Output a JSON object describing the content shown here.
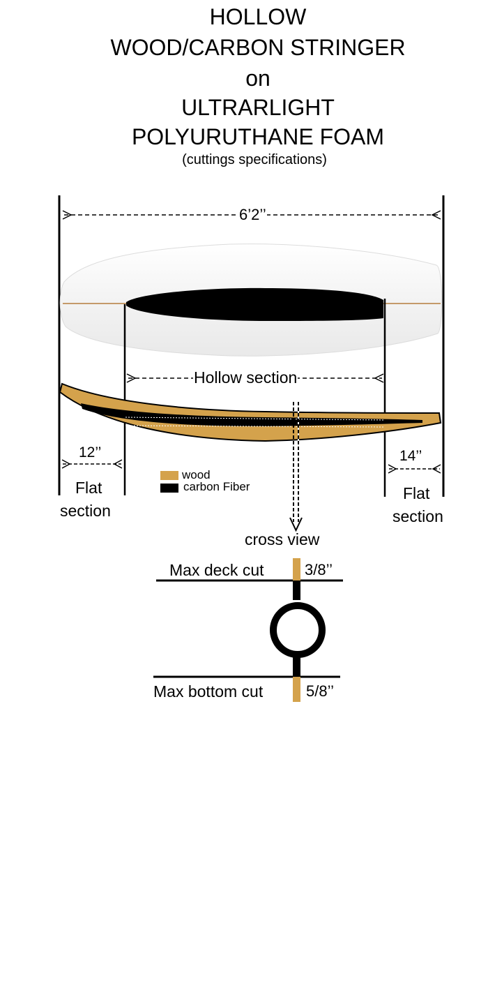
{
  "title": {
    "lines": [
      "HOLLOW",
      "WOOD/CARBON STRINGER",
      "on",
      "ULTRARLIGHT",
      "POLYURUTHANE FOAM"
    ],
    "subtitle": "(cuttings specifications)"
  },
  "dimensions": {
    "overall_length": "6’2’’",
    "hollow_label": "Hollow section",
    "left_flat_length": "12’’",
    "right_flat_length": "14’’",
    "left_flat_label_1": "Flat",
    "left_flat_label_2": "section",
    "right_flat_label_1": "Flat",
    "right_flat_label_2": "section"
  },
  "legend": {
    "items": [
      {
        "label": "wood",
        "color": "#d4a24c"
      },
      {
        "label": "carbon Fiber",
        "color": "#000000"
      }
    ]
  },
  "cross_view": {
    "label": "cross view",
    "deck_cut_label": "Max deck cut",
    "deck_cut_value": "3/8’’",
    "bottom_cut_label": "Max bottom cut",
    "bottom_cut_value": "5/8’’"
  },
  "colors": {
    "wood": "#d4a24c",
    "carbon": "#000000",
    "foam": "#f4f4f4"
  }
}
